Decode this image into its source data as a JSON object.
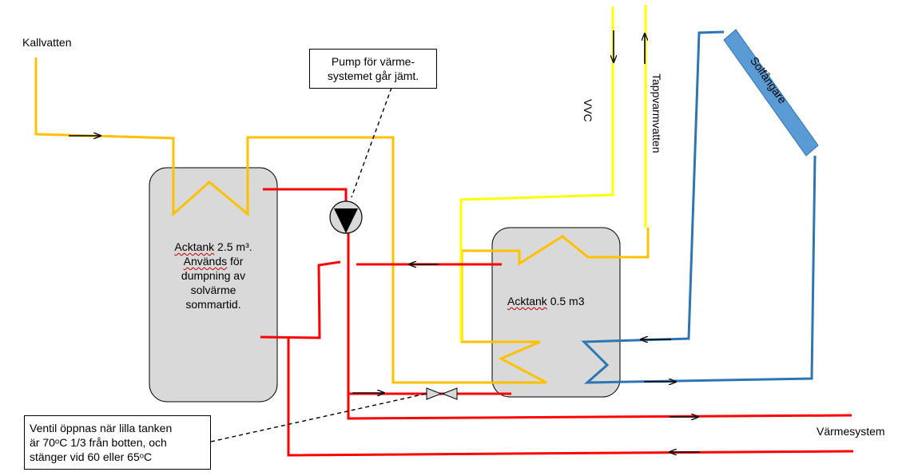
{
  "labels": {
    "kallvatten": "Kallvatten",
    "vvc": "VVC",
    "tappvarmvatten": "Tappvarmvatten",
    "solfangare": "Solfångare",
    "varmesystem": "Värmesystem"
  },
  "big_tank": {
    "word": "Acktank",
    "line1_rest": " 2.5 m³.",
    "line2_word": "Används",
    "line2_rest": " för",
    "line3": "dumpning av",
    "line4": "solvärme",
    "line5": "sommartid."
  },
  "small_tank": {
    "word": "Acktank",
    "rest": " 0.5 m3"
  },
  "pump_callout": {
    "line1": "Pump för värme-",
    "line2": "systemet går jämt."
  },
  "valve_callout": {
    "line1": "Ventil öppnas när lilla tanken",
    "line2": "är 70ᵒC 1/3 från botten, och",
    "line3": "stänger vid 60 eller 65ᵒC"
  },
  "colors": {
    "cold_pipe": "#FFC000",
    "hot_tap_pipe": "#FFFF00",
    "heating_pipe": "#FF0000",
    "solar_pipe": "#2E75B6",
    "solar_panel_fill": "#5B9BD5",
    "tank_fill": "#D9D9D9"
  }
}
